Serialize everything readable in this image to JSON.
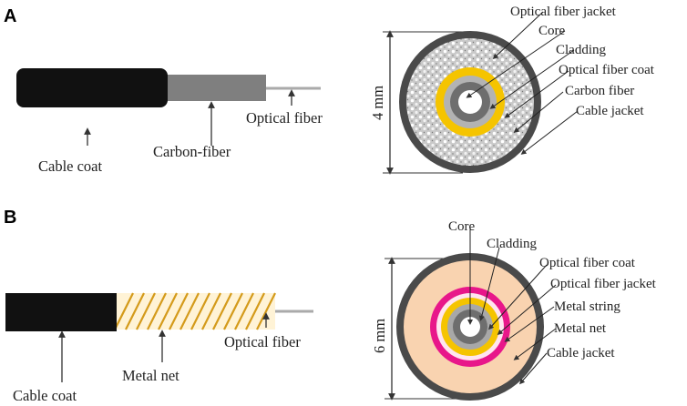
{
  "panel_a": {
    "letter": "A",
    "side_labels": {
      "cable_coat": "Cable coat",
      "carbon_fiber": "Carbon-fiber",
      "optical_fiber": "Optical fiber"
    },
    "cross_section": {
      "dimension": "4 mm",
      "layer_labels": [
        "Optical fiber jacket",
        "Core",
        "Cladding",
        "Optical fiber coat",
        "Carbon fiber",
        "Cable jacket"
      ]
    }
  },
  "panel_b": {
    "letter": "B",
    "side_labels": {
      "cable_coat": "Cable coat",
      "metal_net": "Metal net",
      "optical_fiber": "Optical fiber"
    },
    "cross_section": {
      "dimension": "6 mm",
      "layer_labels": [
        "Core",
        "Cladding",
        "Optical fiber coat",
        "Optical fiber jacket",
        "Metal string",
        "Metal net",
        "Cable jacket"
      ]
    }
  },
  "colors": {
    "cable_coat": "#111111",
    "carbon_fiber": "#808080",
    "yellow_layer": "#f5c400",
    "magenta_layer": "#e8178a",
    "peach_fill": "#f9d3b0",
    "jacket_gray": "#4a4a4a"
  }
}
